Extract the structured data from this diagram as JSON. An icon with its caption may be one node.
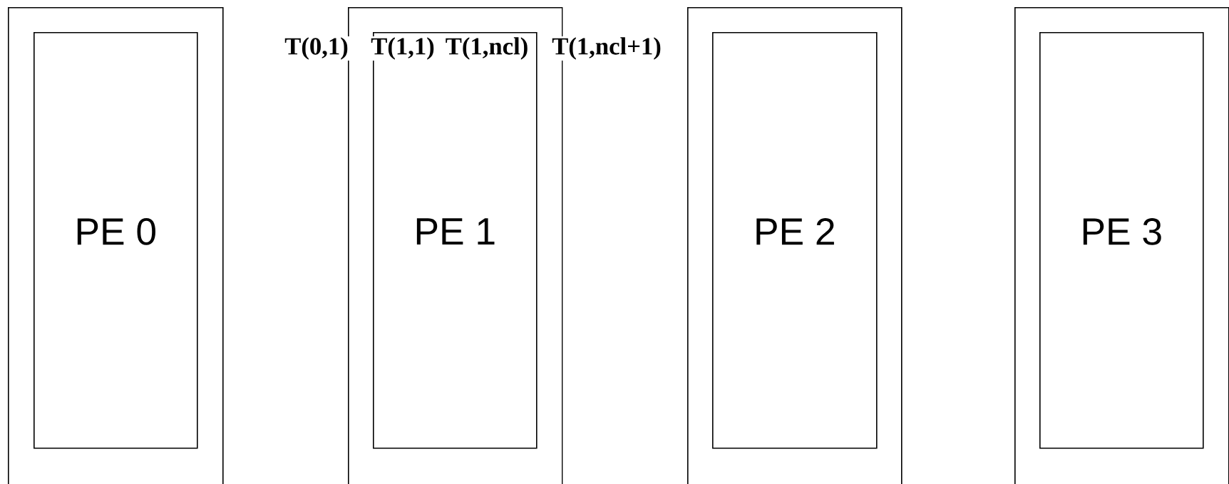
{
  "diagram": {
    "nodes": [
      {
        "text": [],
        "shape": "box"
      },
      {
        "text": [
          "PE 0"
        ],
        "in": 0
      },
      {
        "text": [],
        "shape": "box"
      },
      {
        "text": [
          "PE 1"
        ],
        "in": 2
      },
      {
        "text": [],
        "shape": "box"
      },
      {
        "text": [
          "PE 2"
        ],
        "in": 4
      },
      {
        "text": [],
        "shape": "box"
      },
      {
        "text": [
          "PE 3"
        ],
        "in": 6
      }
    ],
    "labels": [
      "T(0,1)",
      "T(1,1)",
      "T(1,ncl)",
      "T(1,ncl+1)"
    ]
  }
}
